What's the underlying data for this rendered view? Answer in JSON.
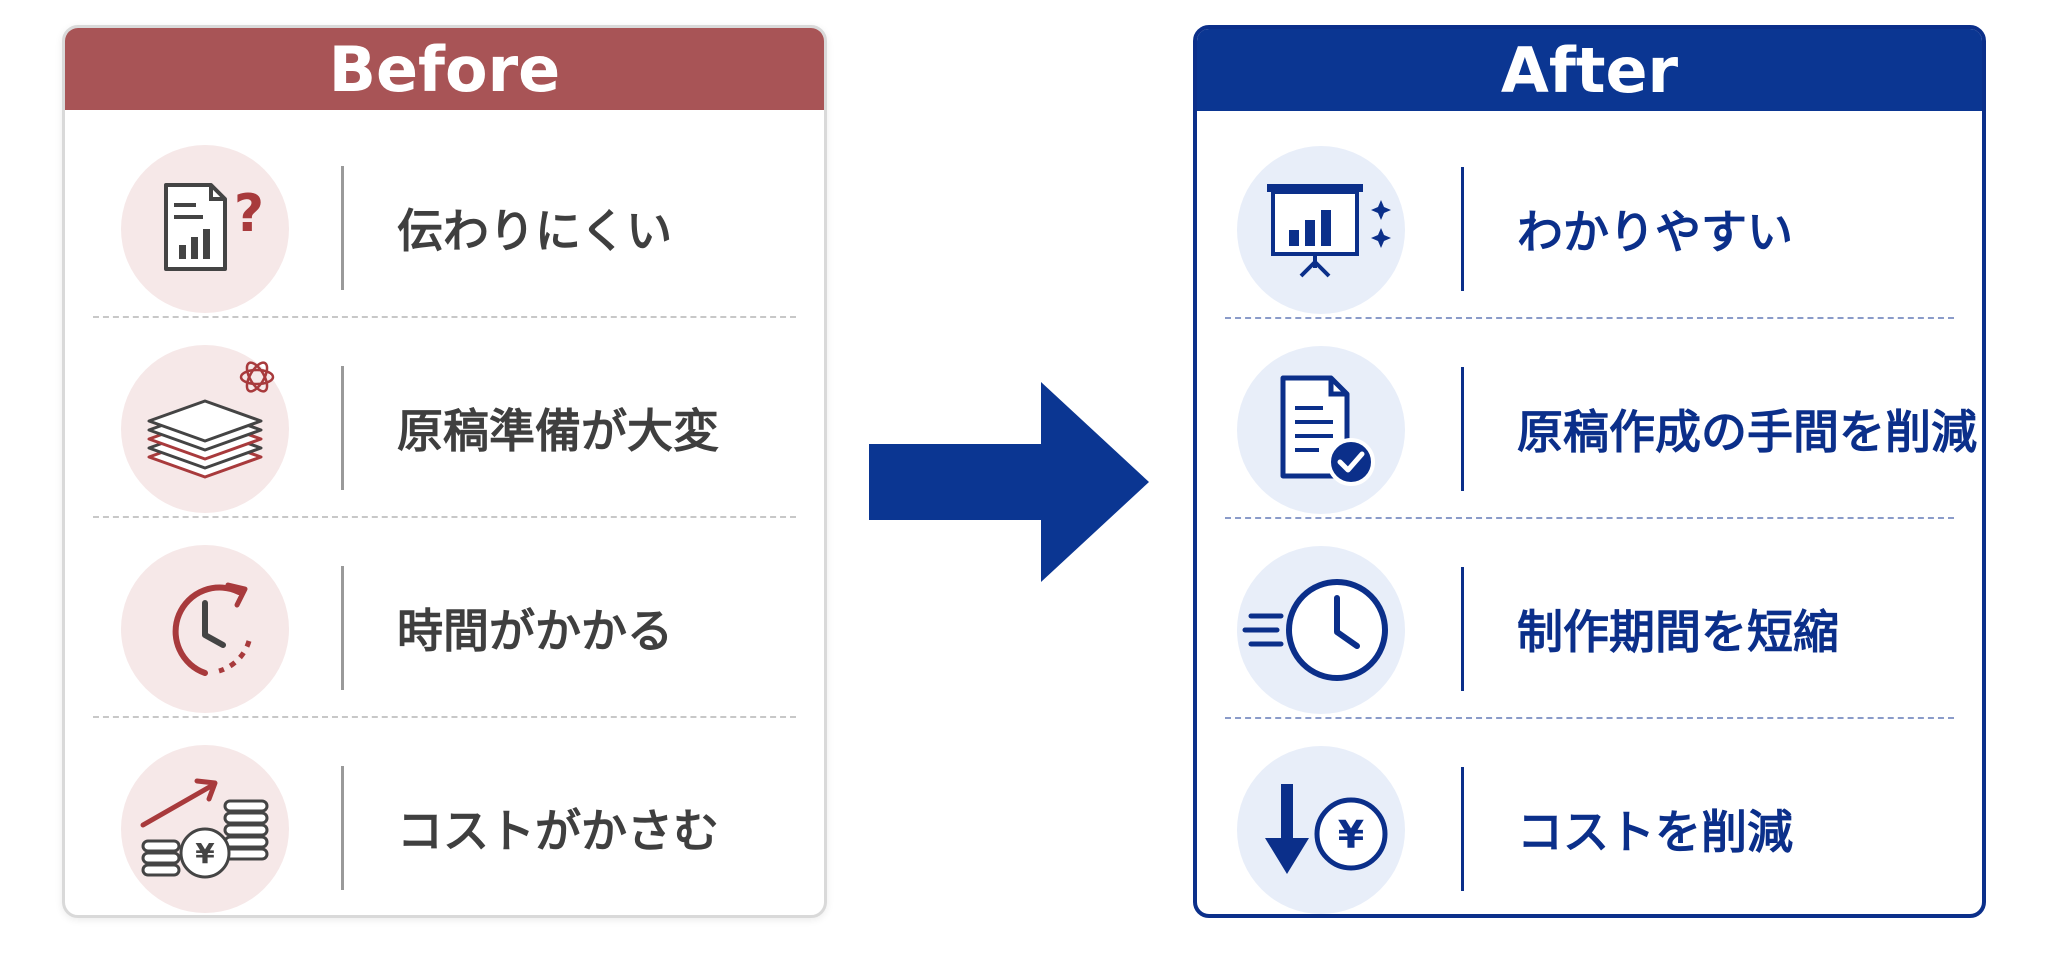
{
  "before": {
    "title": "Before",
    "items": [
      {
        "label": "伝わりにくい",
        "icon": "document-chart-question-icon"
      },
      {
        "label": "原稿準備が大変",
        "icon": "paper-stack-icon"
      },
      {
        "label": "時間がかかる",
        "icon": "clock-arrow-icon"
      },
      {
        "label": "コストがかさむ",
        "icon": "rising-cost-coins-icon"
      }
    ]
  },
  "after": {
    "title": "After",
    "items": [
      {
        "label": "わかりやすい",
        "icon": "presentation-chart-icon"
      },
      {
        "label": "原稿作成の手間を削減",
        "icon": "document-check-icon"
      },
      {
        "label": "制作期間を短縮",
        "icon": "fast-clock-icon"
      },
      {
        "label": "コストを削減",
        "icon": "cost-down-yen-icon"
      }
    ]
  },
  "colors": {
    "before_header": "#a85456",
    "before_icon": "#a83a3c",
    "after_header": "#0b3692",
    "after_text": "#0b2f8a",
    "arrow": "#0b3692"
  }
}
